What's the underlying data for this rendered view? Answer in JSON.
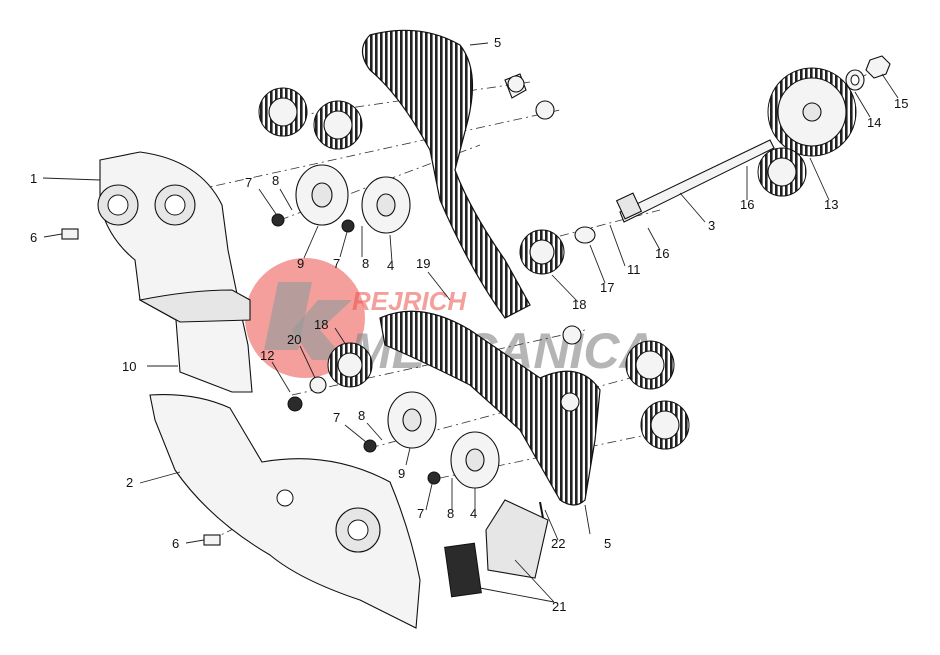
{
  "watermark": {
    "line1": "REJRICH",
    "line2": "MECCANICA",
    "red": "#e8322a",
    "grey": "#6e6e6e"
  },
  "callouts": {
    "c1": "1",
    "c2": "2",
    "c3": "3",
    "c4a": "4",
    "c4b": "4",
    "c5a": "5",
    "c5b": "5",
    "c6a": "6",
    "c6b": "6",
    "c7a": "7",
    "c7b": "7",
    "c7c": "7",
    "c7d": "7",
    "c8a": "8",
    "c8b": "8",
    "c8c": "8",
    "c8d": "8",
    "c9a": "9",
    "c9b": "9",
    "c10": "10",
    "c11": "11",
    "c12": "12",
    "c13": "13",
    "c14": "14",
    "c15": "15",
    "c16a": "16",
    "c16b": "16",
    "c17": "17",
    "c18a": "18",
    "c18b": "18",
    "c19": "19",
    "c20": "20",
    "c21": "21",
    "c22": "22"
  }
}
